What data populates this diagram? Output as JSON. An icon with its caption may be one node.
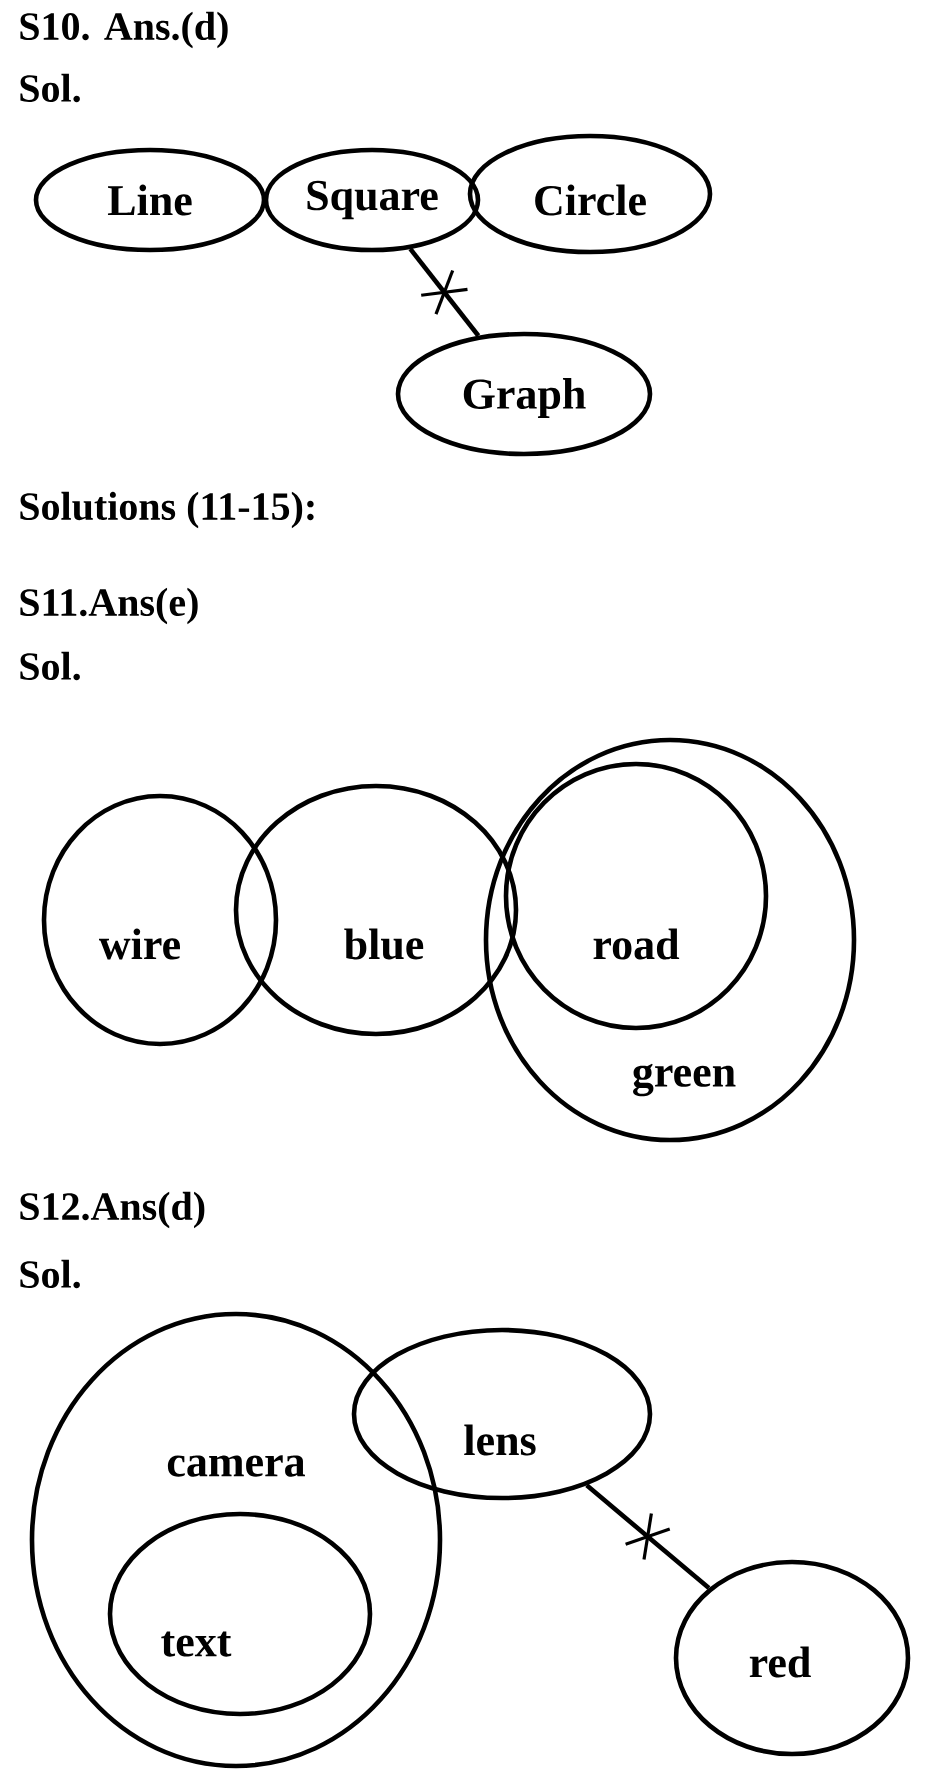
{
  "diagram": {
    "nodes": [
      {
        "text": [
          "Line"
        ]
      },
      {
        "text": [
          "Square"
        ]
      },
      {
        "text": [
          "Circle"
        ]
      },
      {
        "text": [
          "Graph"
        ]
      },
      {
        "text": [
          "wire"
        ]
      },
      {
        "text": [
          "blue"
        ]
      },
      {
        "text": [
          "green"
        ]
      },
      {
        "text": [
          "road"
        ],
        "in": 6
      },
      {
        "text": [
          "camera"
        ]
      },
      {
        "text": [
          "text"
        ],
        "in": 8
      },
      {
        "text": [
          "lens"
        ]
      },
      {
        "text": [
          "red"
        ]
      }
    ],
    "edges": [
      {
        "from": 1,
        "to": 3,
        "arrow": "none"
      },
      {
        "from": 10,
        "to": 11,
        "arrow": "none"
      }
    ],
    "labels": [
      "S10. Ans.(d)",
      "Sol.",
      "Solutions (11-15):",
      "S11.Ans(e)",
      "Sol.",
      "S12.Ans(d)",
      "Sol."
    ]
  }
}
